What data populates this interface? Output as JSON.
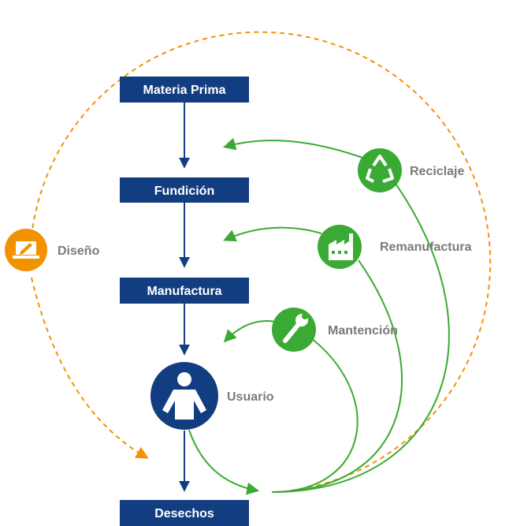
{
  "colors": {
    "navy": "#123d80",
    "green": "#3aaa35",
    "orange": "#f39200",
    "gray_text": "#7a7a7a"
  },
  "flow_boxes": {
    "materia_prima": "Materia Prima",
    "fundicion": "Fundición",
    "manufactura": "Manufactura",
    "desechos": "Desechos"
  },
  "nodes": {
    "usuario": {
      "label": "Usuario",
      "icon": "person-icon"
    },
    "diseno": {
      "label": "Diseño",
      "icon": "laptop-pencil-icon"
    },
    "reciclaje": {
      "label": "Reciclaje",
      "icon": "recycle-icon"
    },
    "remanufactura": {
      "label": "Remanufactura",
      "icon": "factory-icon"
    },
    "mantencion": {
      "label": "Mantención",
      "icon": "wrench-icon"
    }
  }
}
